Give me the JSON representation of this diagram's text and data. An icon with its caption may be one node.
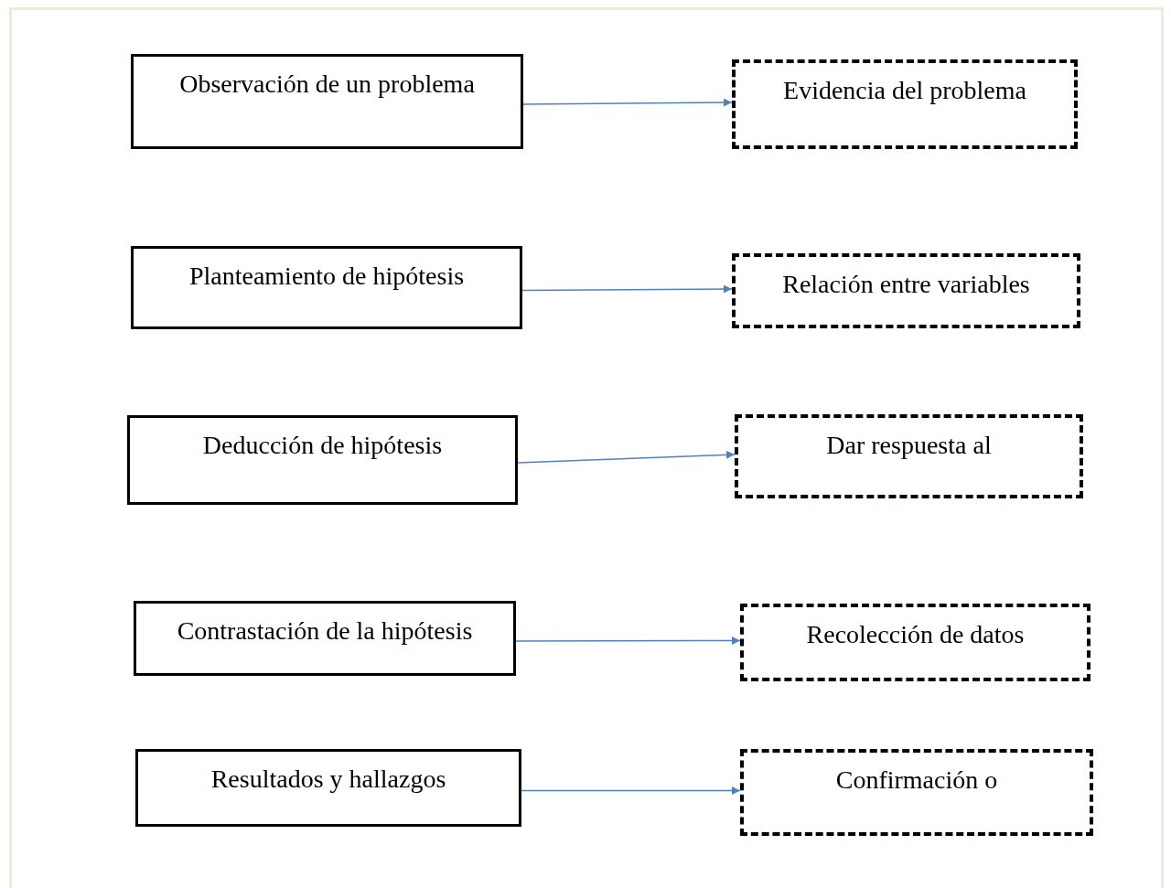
{
  "diagram": {
    "nodes": [
      {
        "text": [
          "Observación de un problema"
        ]
      },
      {
        "text": [
          "Evidencia del problema"
        ]
      },
      {
        "text": [
          "Planteamiento de hipótesis"
        ]
      },
      {
        "text": [
          "Relación entre variables"
        ]
      },
      {
        "text": [
          "Deducción de hipótesis"
        ]
      },
      {
        "text": [
          "Dar respuesta al"
        ]
      },
      {
        "text": [
          "Contrastación de la hipótesis"
        ]
      },
      {
        "text": [
          "Recolección de datos"
        ]
      },
      {
        "text": [
          "Resultados y hallazgos"
        ]
      },
      {
        "text": [
          "Confirmación o"
        ]
      }
    ],
    "edges": [
      {
        "from": 0,
        "to": 1,
        "arrow": "to"
      },
      {
        "from": 2,
        "to": 3,
        "arrow": "to"
      },
      {
        "from": 4,
        "to": 5,
        "arrow": "to"
      },
      {
        "from": 6,
        "to": 7,
        "arrow": "to"
      },
      {
        "from": 8,
        "to": 9,
        "arrow": "to"
      }
    ]
  }
}
